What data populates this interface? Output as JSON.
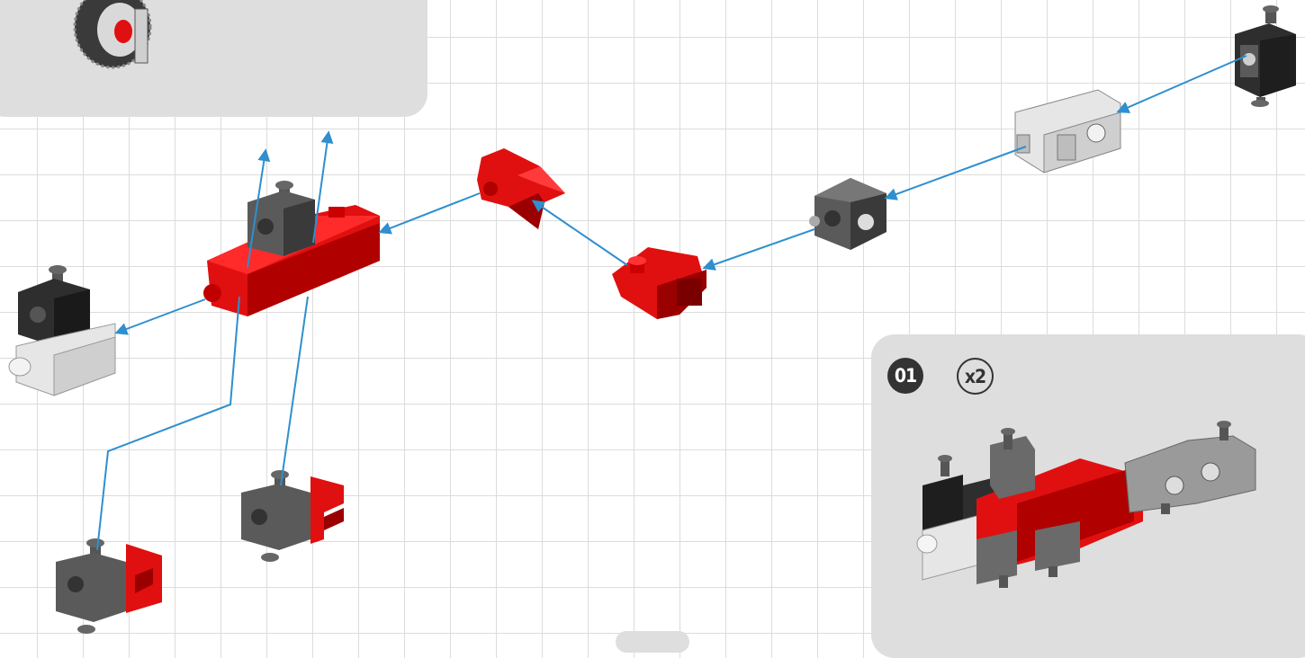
{
  "step": {
    "number": "01",
    "quantity": "x2"
  },
  "colors": {
    "red": "#e01010",
    "dark_red": "#9a0000",
    "gray": "#5a5a5a",
    "dark_gray": "#2e2e2e",
    "light_gray": "#e6e6e6",
    "arrow": "#2f8fcf",
    "panel": "#dedede"
  },
  "parts": [
    {
      "name": "wheel-part"
    },
    {
      "name": "dark-cube-connector-right"
    },
    {
      "name": "white-double-connector"
    },
    {
      "name": "dark-cube-connector"
    },
    {
      "name": "red-angled-connector"
    },
    {
      "name": "red-claw-connector"
    },
    {
      "name": "red-long-beam"
    },
    {
      "name": "gray-cube-connector"
    },
    {
      "name": "dark-white-connector-assembly"
    },
    {
      "name": "gray-red-connector-left"
    },
    {
      "name": "gray-red-connector-bottom"
    }
  ]
}
